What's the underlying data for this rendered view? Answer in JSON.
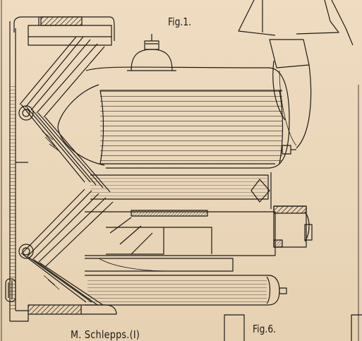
{
  "labels": {
    "fig1": "Fig.1.",
    "fig6": "Fig.6.",
    "author": "M. Schlepps.(I)"
  },
  "colors": {
    "paper": "#ecd9bd",
    "ink": "#1e1a16",
    "hatch": "#3a302a"
  }
}
